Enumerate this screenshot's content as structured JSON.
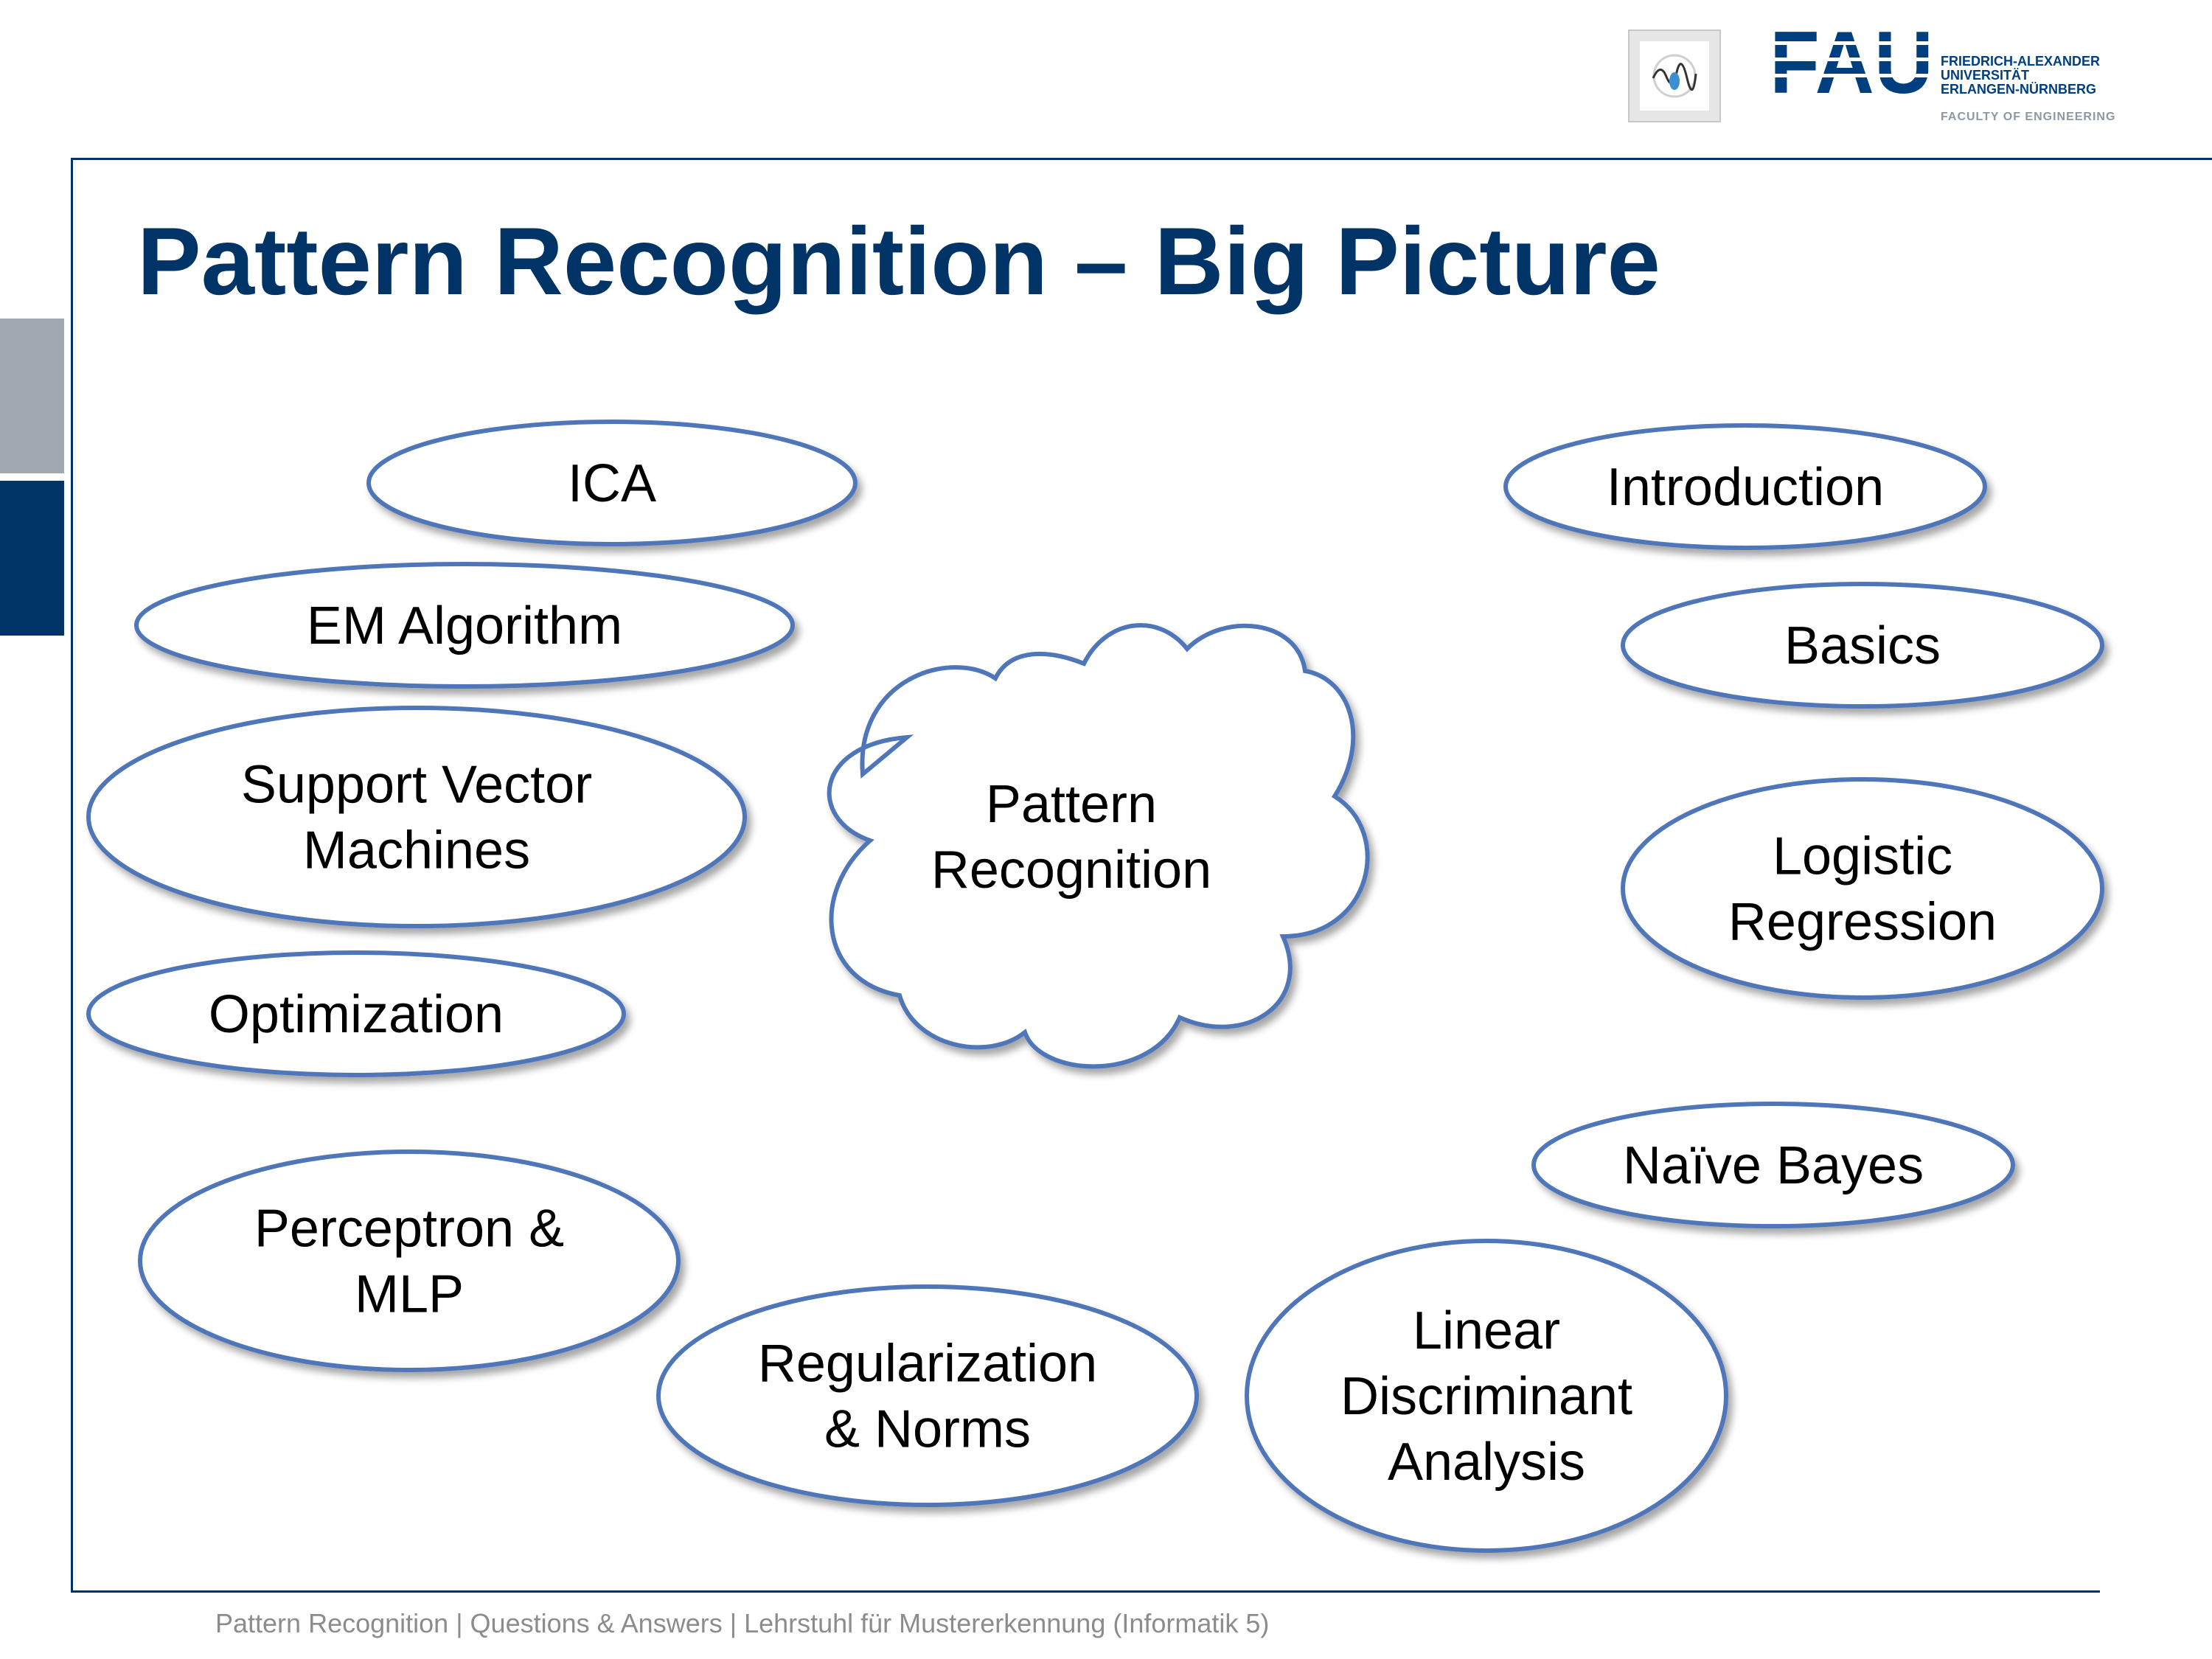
{
  "header": {
    "fau_logo_text": "FAU",
    "fau_name_lines": [
      "FRIEDRICH-ALEXANDER",
      "UNIVERSITÄT",
      "ERLANGEN-NÜRNBERG"
    ],
    "fau_faculty": "FACULTY OF ENGINEERING"
  },
  "slide": {
    "title": "Pattern Recognition – Big Picture"
  },
  "diagram": {
    "center": {
      "lines": [
        "Pattern",
        "Recognition"
      ]
    },
    "topics": [
      {
        "id": "ica",
        "lines": [
          "ICA"
        ]
      },
      {
        "id": "em-algorithm",
        "lines": [
          "EM Algorithm"
        ]
      },
      {
        "id": "support-vector-machines",
        "lines": [
          "Support Vector",
          "Machines"
        ]
      },
      {
        "id": "optimization",
        "lines": [
          "Optimization"
        ]
      },
      {
        "id": "perceptron-mlp",
        "lines": [
          "Perceptron &",
          "MLP"
        ]
      },
      {
        "id": "regularization-norms",
        "lines": [
          "Regularization",
          "& Norms"
        ]
      },
      {
        "id": "linear-discriminant-analysis",
        "lines": [
          "Linear",
          "Discriminant",
          "Analysis"
        ]
      },
      {
        "id": "naive-bayes",
        "lines": [
          "Naïve Bayes"
        ]
      },
      {
        "id": "logistic-regression",
        "lines": [
          "Logistic",
          "Regression"
        ]
      },
      {
        "id": "basics",
        "lines": [
          "Basics"
        ]
      },
      {
        "id": "introduction",
        "lines": [
          "Introduction"
        ]
      }
    ],
    "colors": {
      "stroke": "#4f76b8",
      "shadow": "#a9a9a9",
      "title": "#003366"
    }
  },
  "footer": {
    "text": "Pattern Recognition | Questions & Answers   |   Lehrstuhl für Mustererkennung (Informatik 5)"
  }
}
